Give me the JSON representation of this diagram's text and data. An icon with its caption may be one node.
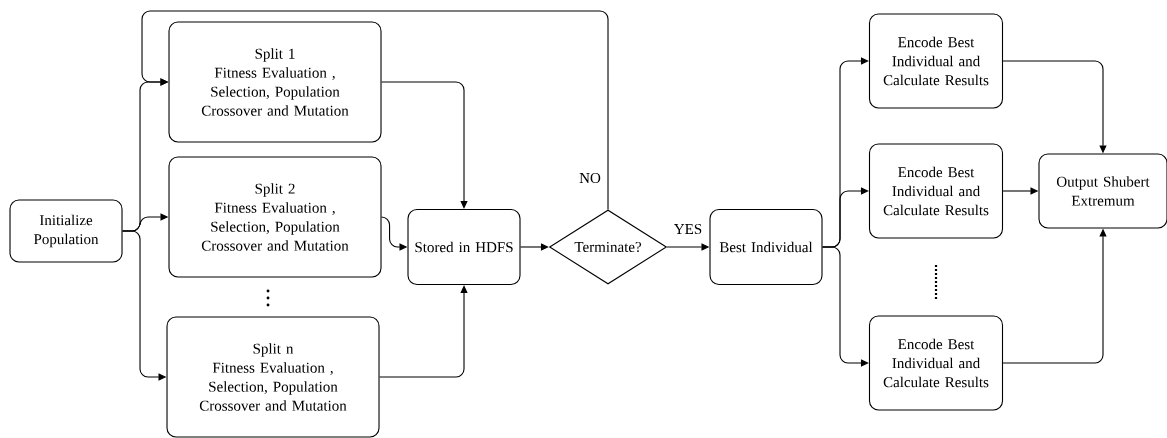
{
  "diagram": {
    "nodes": [
      {
        "text": [
          "Initialize Population"
        ]
      },
      {
        "text": [
          "Split 1",
          "Fitness Evaluation , Selection, Population Crossover and Mutation"
        ]
      },
      {
        "text": [
          "Split 2",
          "Fitness Evaluation , Selection, Population Crossover and Mutation"
        ]
      },
      {
        "text": [
          "Split n",
          "Fitness Evaluation , Selection, Population Crossover and Mutation"
        ]
      },
      {
        "text": [
          "Stored in HDFS"
        ]
      },
      {
        "text": [
          "Terminate?"
        ]
      },
      {
        "text": [
          "Best Individual"
        ]
      },
      {
        "text": [
          "Encode Best Individual and Calculate Results"
        ]
      },
      {
        "text": [
          "Encode Best Individual and Calculate Results"
        ]
      },
      {
        "text": [
          "Encode Best Individual and Calculate Results"
        ]
      },
      {
        "text": [
          "Output Shubert Extremum"
        ]
      }
    ],
    "edges": [
      {
        "from": 0,
        "to": 1,
        "arrow": "to"
      },
      {
        "from": 0,
        "to": 2,
        "arrow": "to"
      },
      {
        "from": 0,
        "to": 3,
        "arrow": "to"
      },
      {
        "from": 1,
        "to": 4,
        "arrow": "to"
      },
      {
        "from": 2,
        "to": 4,
        "arrow": "to"
      },
      {
        "from": 3,
        "to": 4,
        "arrow": "to"
      },
      {
        "from": 4,
        "to": 5,
        "arrow": "to"
      },
      {
        "from": 5,
        "to": 6,
        "arrow": "to",
        "label": "YES"
      },
      {
        "from": 5,
        "to": 1,
        "arrow": "to",
        "label": "NO"
      },
      {
        "from": 6,
        "to": 7,
        "arrow": "to"
      },
      {
        "from": 6,
        "to": 8,
        "arrow": "to"
      },
      {
        "from": 6,
        "to": 9,
        "arrow": "to"
      },
      {
        "from": 7,
        "to": 10,
        "arrow": "to"
      },
      {
        "from": 8,
        "to": 10,
        "arrow": "to"
      },
      {
        "from": 9,
        "to": 10,
        "arrow": "to"
      }
    ]
  }
}
